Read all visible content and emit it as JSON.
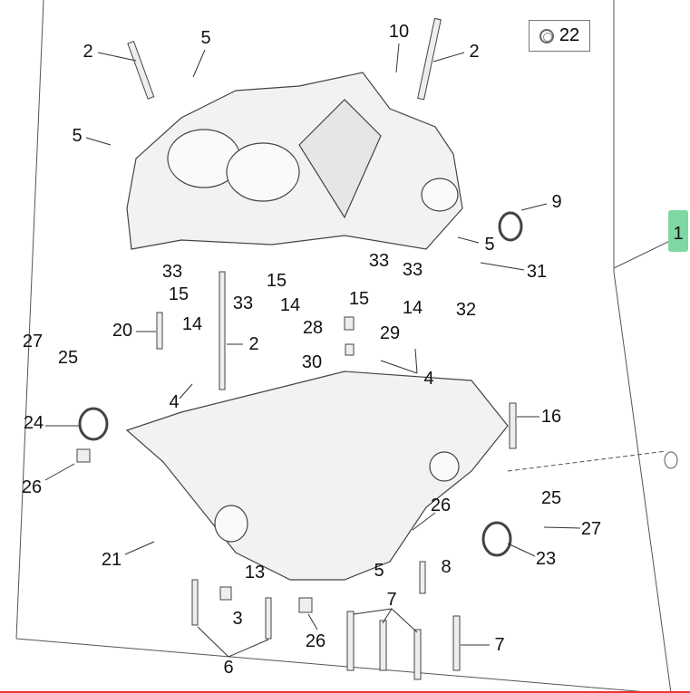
{
  "legend": {
    "label": "22",
    "icon": "o-ring-icon"
  },
  "highlight_color": "#7fd8a3",
  "callouts": [
    "2",
    "5",
    "10",
    "2",
    "5",
    "9",
    "1",
    "5",
    "33",
    "15",
    "33",
    "33",
    "31",
    "15",
    "14",
    "33",
    "14",
    "15",
    "14",
    "32",
    "27",
    "25",
    "20",
    "2",
    "28",
    "29",
    "30",
    "4",
    "4",
    "24",
    "16",
    "26",
    "26",
    "25",
    "27",
    "23",
    "21",
    "13",
    "8",
    "5",
    "3",
    "6",
    "26",
    "7",
    "7"
  ]
}
